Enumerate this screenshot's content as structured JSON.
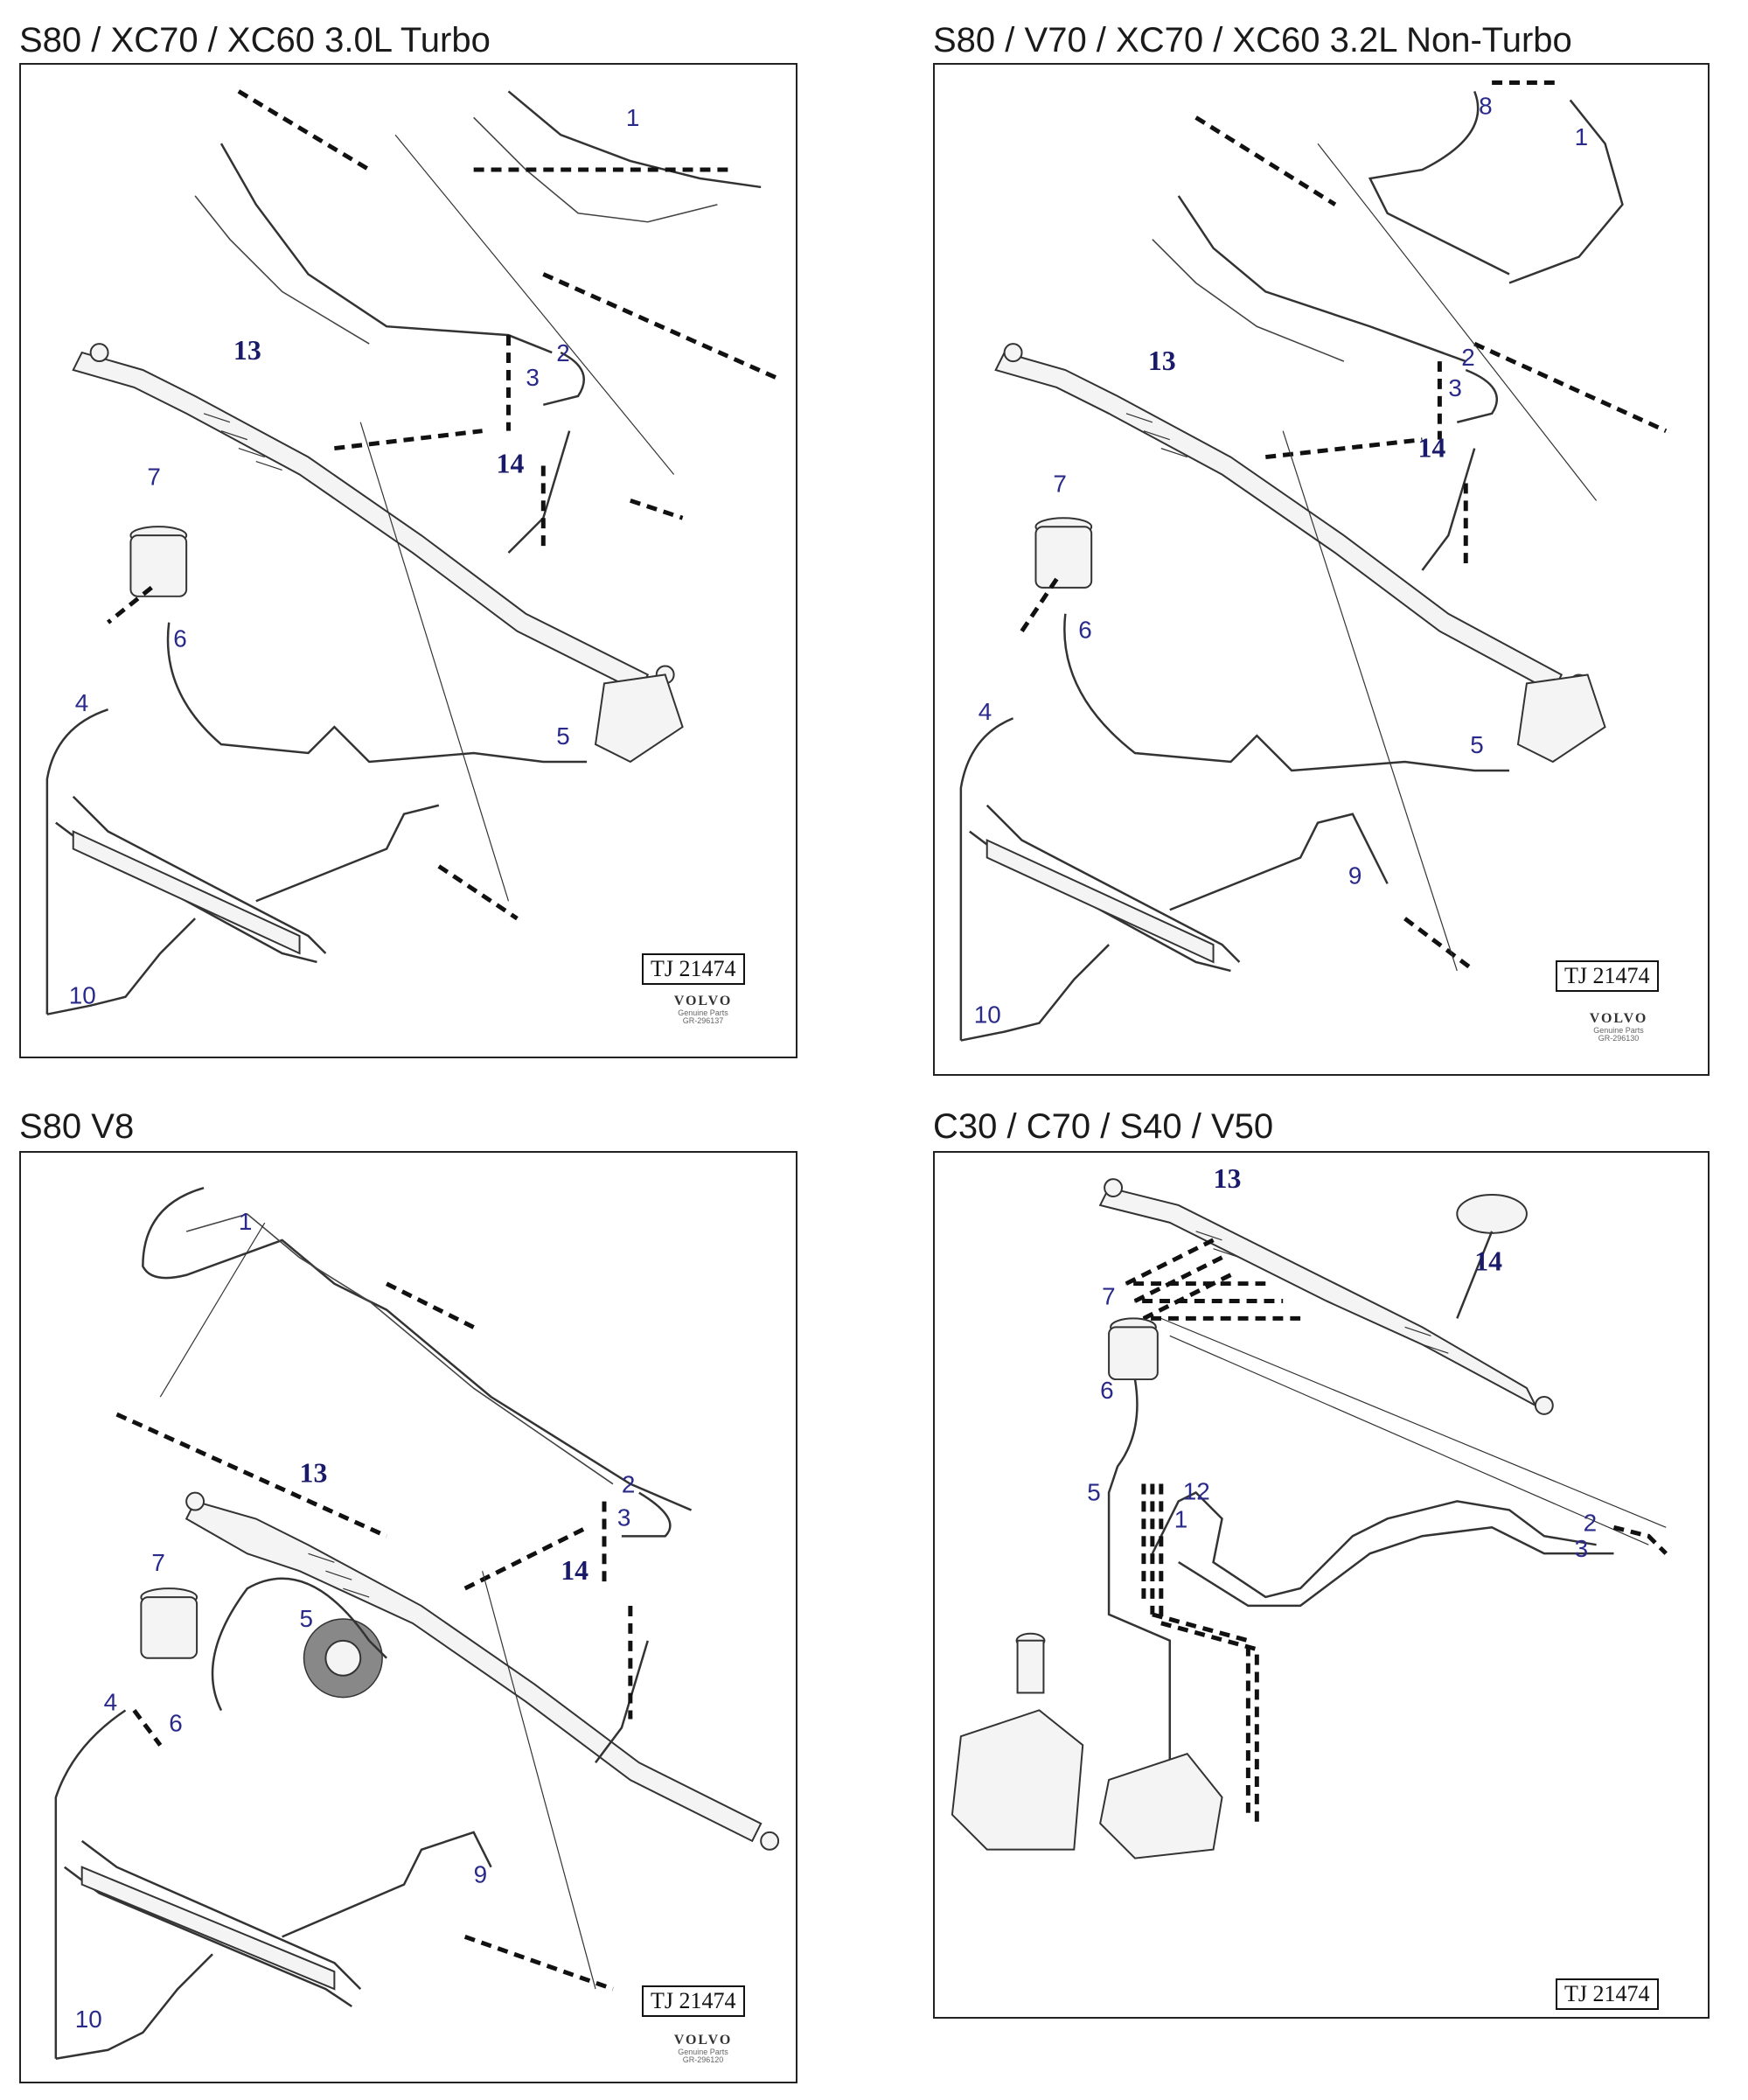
{
  "panels": [
    {
      "title": "S80 / XC70 / XC60 3.0L Turbo",
      "callouts": [
        "1",
        "2",
        "3",
        "4",
        "5",
        "6",
        "7",
        "10",
        "13",
        "14"
      ],
      "ref_box": "TJ 21474",
      "brand": "VOLVO",
      "brand_sub": "Genuine Parts",
      "drawing_no": "GR-296137"
    },
    {
      "title": "S80 / V70 / XC70 / XC60 3.2L Non-Turbo",
      "callouts": [
        "1",
        "2",
        "3",
        "4",
        "5",
        "6",
        "7",
        "8",
        "9",
        "10",
        "13",
        "14"
      ],
      "ref_box": "TJ 21474",
      "brand": "VOLVO",
      "brand_sub": "Genuine Parts",
      "drawing_no": "GR-296130"
    },
    {
      "title": "S80 V8",
      "callouts": [
        "1",
        "2",
        "3",
        "4",
        "5",
        "6",
        "7",
        "9",
        "10",
        "13",
        "14"
      ],
      "ref_box": "TJ 21474",
      "brand": "VOLVO",
      "brand_sub": "Genuine Parts",
      "drawing_no": "GR-296120"
    },
    {
      "title": "C30 / C70 / S40 / V50",
      "callouts": [
        "1",
        "2",
        "3",
        "5",
        "6",
        "7",
        "12",
        "13",
        "14"
      ],
      "ref_box": "TJ 21474"
    }
  ]
}
